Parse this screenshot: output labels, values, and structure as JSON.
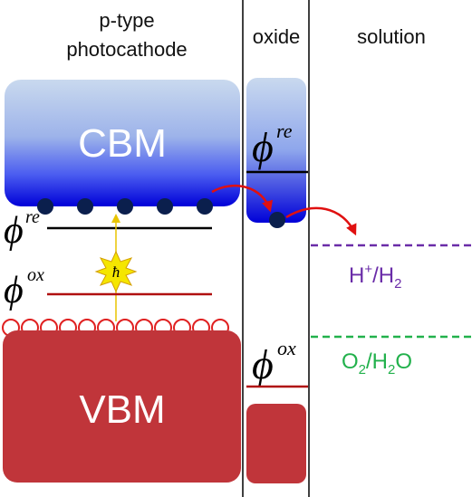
{
  "headers": {
    "photocathode_line1": "p-type",
    "photocathode_line2": "photocathode",
    "oxide": "oxide",
    "solution": "solution"
  },
  "bands": {
    "cbm": "CBM",
    "vbm": "VBM"
  },
  "levels": {
    "phi_symbol": "ϕ",
    "re": "re",
    "ox": "ox"
  },
  "photon_symbol": "ħ",
  "redox": {
    "h": {
      "main": "H",
      "sup": "+",
      "mid": "/H",
      "sub": "2",
      "color": "#6a2ca8"
    },
    "o": {
      "main": "O",
      "sub": "2",
      "mid": "/H",
      "sub2": "2",
      "tail": "O",
      "color": "#22b14c"
    }
  },
  "colors": {
    "cbm_top": "#c7d8ee",
    "cbm_bottom": "#0000e0",
    "vbm": "#c0353a",
    "electron": "#0b1f4d",
    "hole_stroke": "#e02020",
    "arrow": "#e01010",
    "ox_level": "#b01010",
    "photon_star": "#f5e600",
    "photon_line": "#e8c400"
  }
}
